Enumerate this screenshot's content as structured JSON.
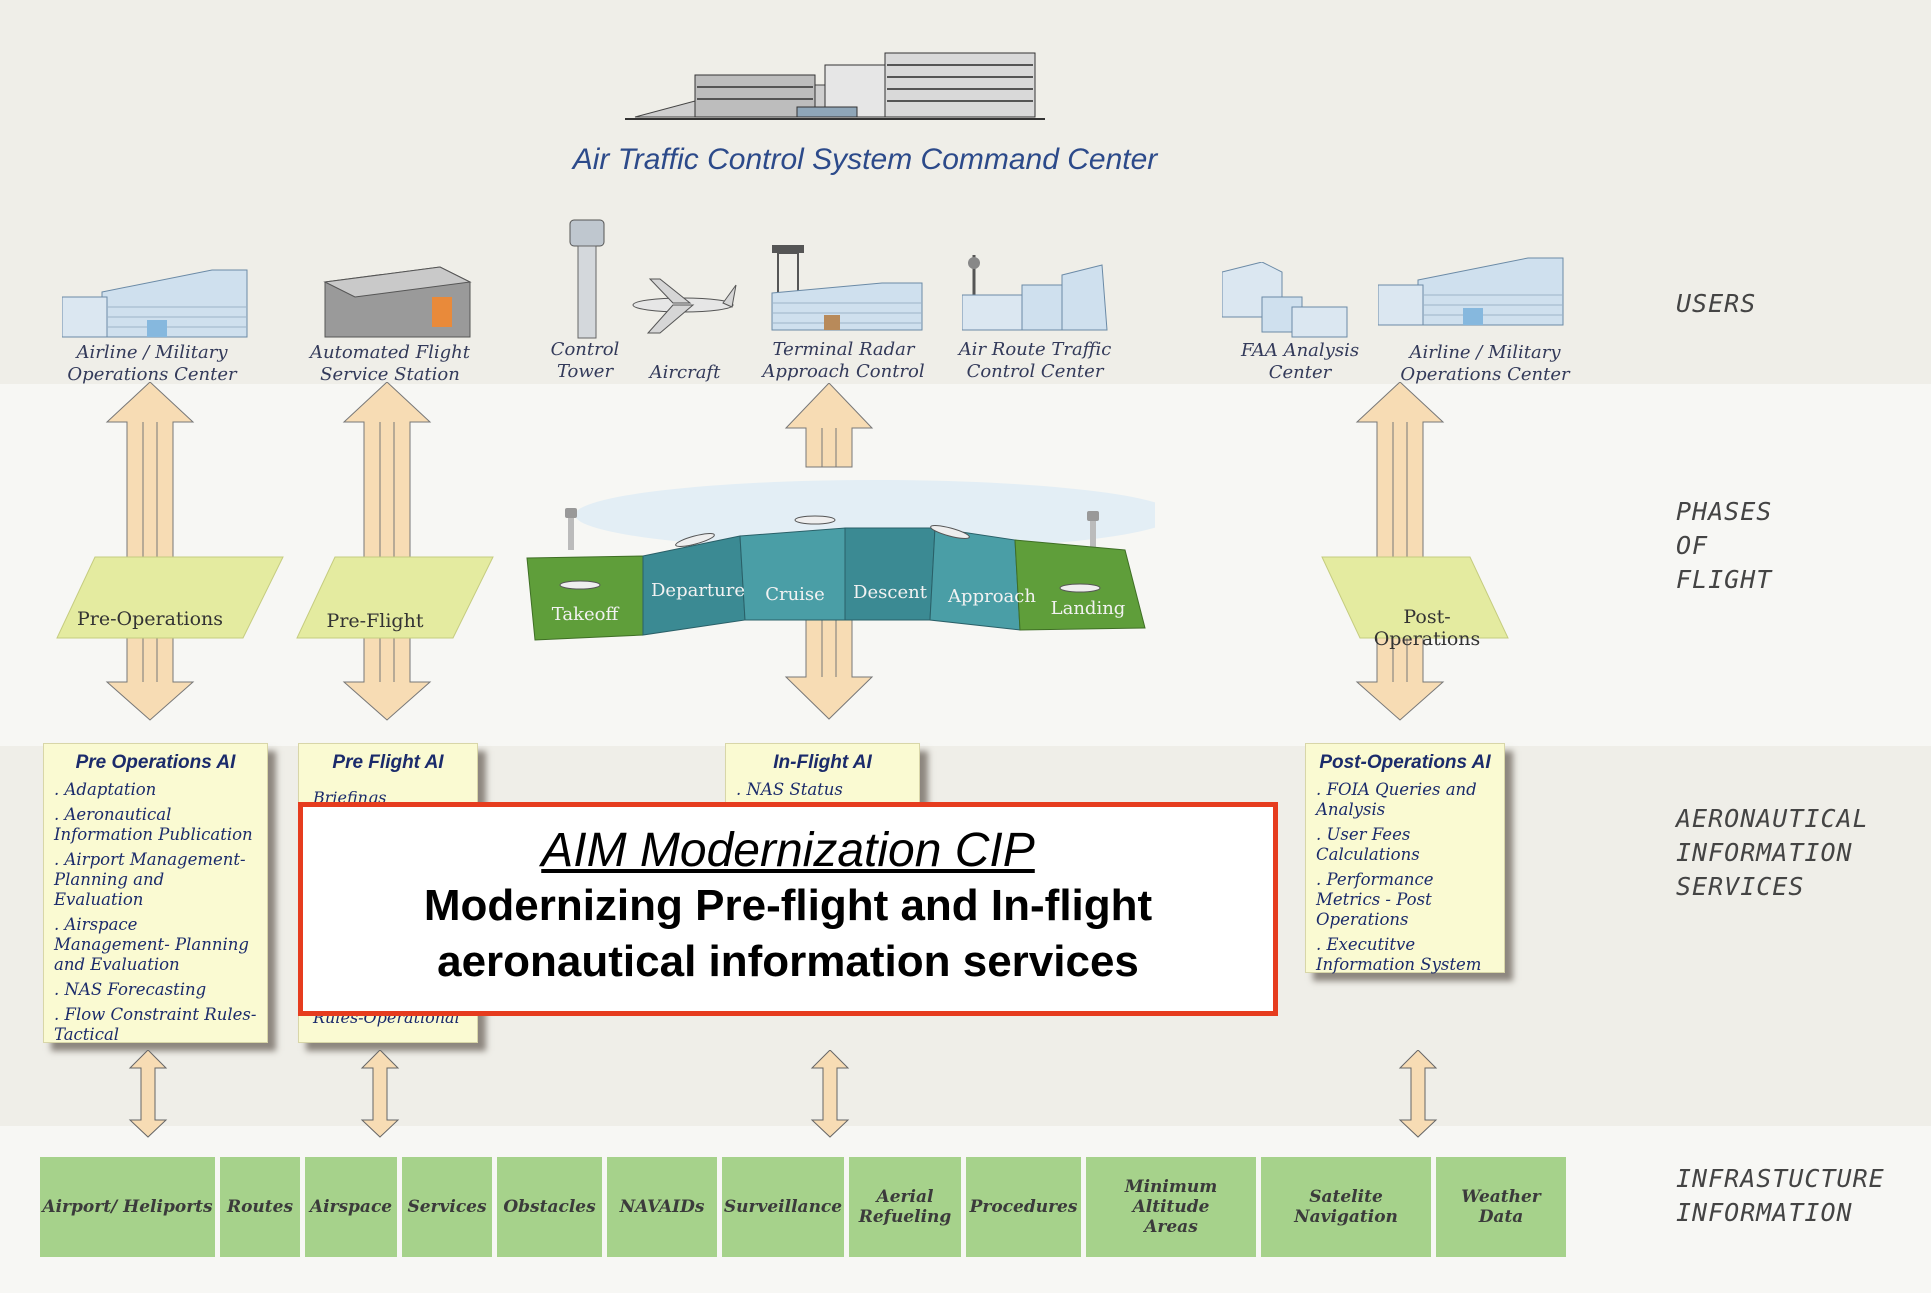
{
  "header": {
    "title": "Air Traffic Control System Command Center"
  },
  "users": {
    "airline_left": "Airline / Military\nOperations Center",
    "afss": "Automated Flight\nService Station",
    "control_tower": "Control\nTower",
    "aircraft": "Aircraft",
    "tracon": "Terminal Radar\nApproach Control",
    "artcc": "Air Route Traffic\nControl Center",
    "faa_analysis": "FAA Analysis\nCenter",
    "airline_right": "Airline / Military\nOperations Center"
  },
  "side_labels": {
    "users": "USERS",
    "phases": "PHASES\nOF\nFLIGHT",
    "ais": "AERONAUTICAL\nINFORMATION\nSERVICES",
    "infra": "INFRASTUCTURE\nINFORMATION"
  },
  "phases": {
    "pre_operations": "Pre-Operations",
    "pre_flight": "Pre-Flight",
    "post_operations": "Post-Operations",
    "flight": [
      "Takeoff",
      "Departure",
      "Cruise",
      "Descent",
      "Approach",
      "Landing"
    ]
  },
  "panels": {
    "pre_ops": {
      "title": "Pre Operations AI",
      "items": [
        ". Adaptation",
        ". Aeronautical Information Publication",
        ". Airport Management- Planning and Evaluation",
        ". Airspace Management- Planning and Evaluation",
        ". NAS Forecasting",
        ". Flow Constraint Rules- Tactical"
      ]
    },
    "pre_flight": {
      "title": "Pre Flight AI",
      "items": [
        "Briefings",
        "Rules-Operational"
      ]
    },
    "in_flight": {
      "title": "In-Flight AI",
      "items": [
        ". NAS Status"
      ]
    },
    "post_ops": {
      "title": "Post-Operations AI",
      "items": [
        ". FOIA Queries and Analysis",
        ". User Fees Calculations",
        ". Performance Metrics - Post Operations",
        ". Executitve Information System"
      ]
    }
  },
  "infrastructure": [
    "Airport/ Heliports",
    "Routes",
    "Airspace",
    "Services",
    "Obstacles",
    "NAVAIDs",
    "Surveillance",
    "Aerial\nRefueling",
    "Procedures",
    "Minimum  Altitude\nAreas",
    "Satelite Navigation",
    "Weather  Data"
  ],
  "callout": {
    "heading": "AIM Modernization CIP",
    "subtitle_line1": "Modernizing Pre-flight and In-flight",
    "subtitle_line2": "aeronautical information services"
  },
  "colors": {
    "panel_bg": "#fafad2",
    "infra_bg": "#a6d28b",
    "phase_green": "#5f9e3a",
    "phase_teal": "#3b8a93",
    "callout_border": "#e63c1e",
    "arrow_fill": "#f7dcb4"
  }
}
